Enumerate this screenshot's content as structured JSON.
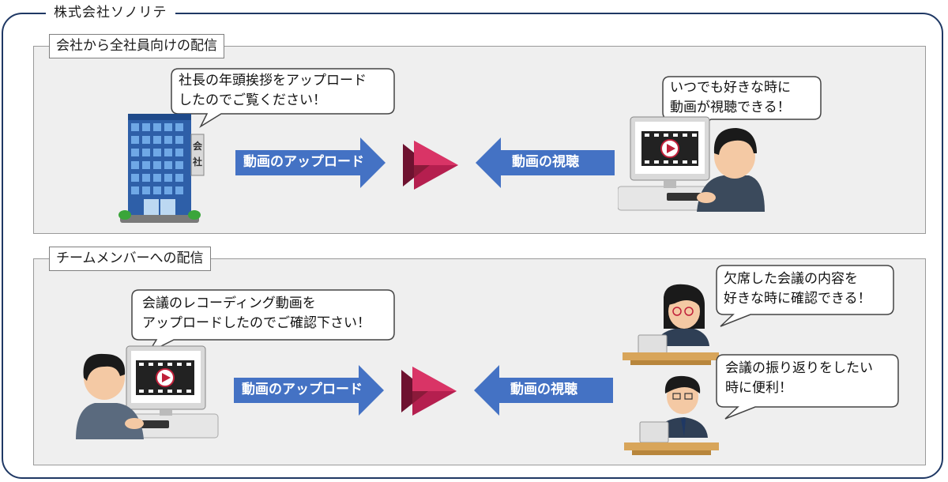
{
  "company_name": "株式会社ソノリテ",
  "colors": {
    "frame": "#1f3864",
    "arrow_blue": "#4472c4",
    "panel_bg": "#efefef",
    "stream_dark": "#8b1a3a",
    "stream_light": "#d42a5b"
  },
  "section_company": {
    "title": "会社から全社員向けの配信",
    "bubble_left": "社長の年頭挨拶をアップロード\nしたのでご覧ください！",
    "bubble_right": "いつでも好きな時に\n動画が視聴できる！",
    "building_sign": [
      "会",
      "社"
    ],
    "upload_label": "動画のアップロード",
    "watch_label": "動画の視聴"
  },
  "section_team": {
    "title": "チームメンバーへの配信",
    "bubble_left": "会議のレコーディング動画を\nアップロードしたのでご確認下さい！",
    "bubble_right_top": "欠席した会議の内容を\n好きな時に確認できる！",
    "bubble_right_bottom": "会議の振り返りをしたい\n時に便利！",
    "upload_label": "動画のアップロード",
    "watch_label": "動画の視聴"
  }
}
